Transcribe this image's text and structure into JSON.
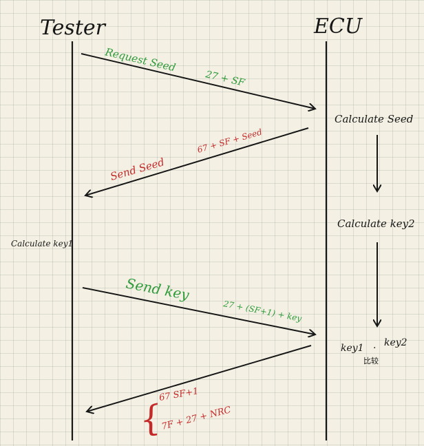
{
  "participants": {
    "tester": "Tester",
    "ecu": "ECU"
  },
  "messages": {
    "request_seed": {
      "label": "Request Seed",
      "code": "27 + SF"
    },
    "send_seed": {
      "label": "Send Seed",
      "code": "67 + SF + Seed"
    },
    "send_key": {
      "label": "Send key",
      "code": "27 + (SF+1) + key"
    },
    "response": {
      "positive": "67 SF+1",
      "negative": "7F + 27 + NRC"
    }
  },
  "notes": {
    "ecu_calc_seed": "Calculate Seed",
    "ecu_calc_key": "Calculate key2",
    "tester_calc_key": "Calculate key1",
    "compare_key1": "key1",
    "compare_key2": "key2",
    "compare_word": "比较"
  },
  "colors": {
    "ink": "#161616",
    "green": "#2f9a3a",
    "red": "#c42a2a"
  }
}
